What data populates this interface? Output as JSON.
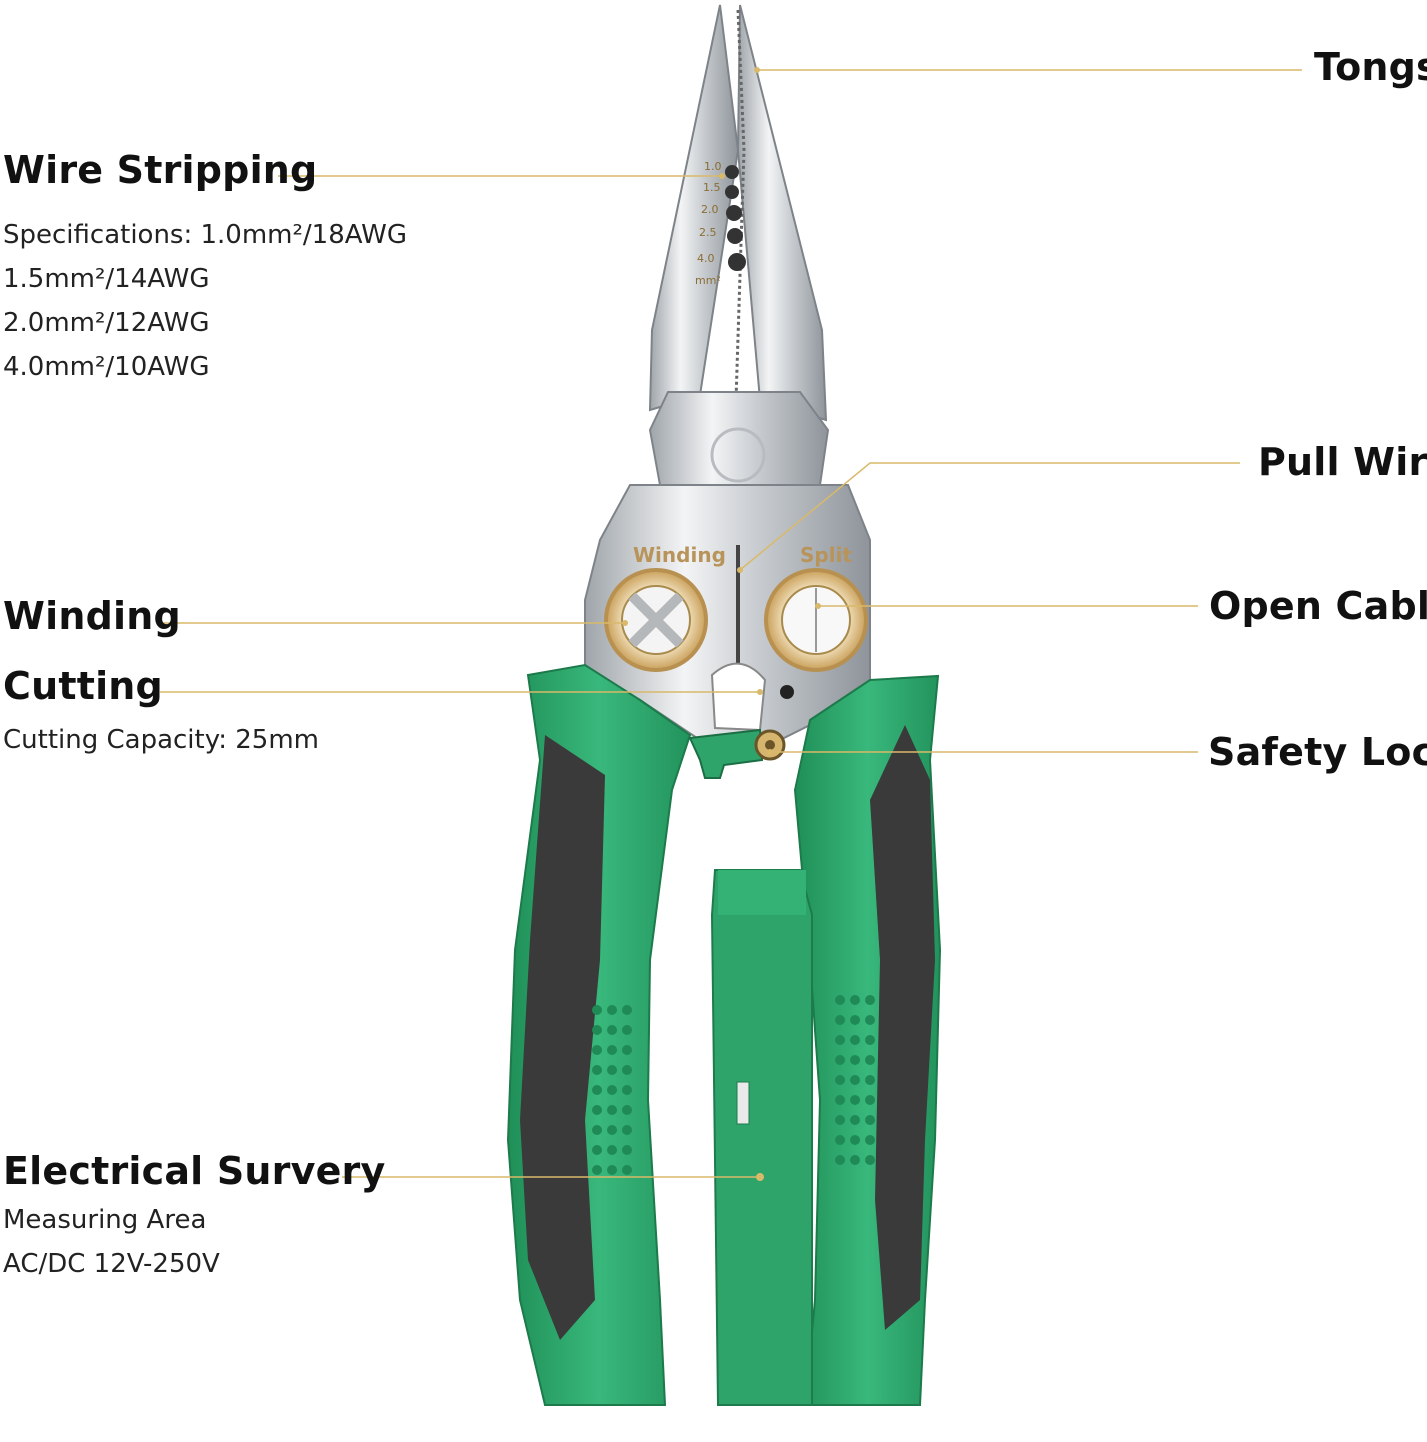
{
  "colors": {
    "handle_green": "#2eaa6f",
    "handle_dark": "#3b3b3b",
    "steel": "#d9dcdf",
    "brass": "#d8b878",
    "leader_line": "#d9b96a"
  },
  "tool_marks": {
    "engrave_winding": "Winding",
    "engrave_split": "Split",
    "gauge": [
      "1.0",
      "1.5",
      "2.0",
      "2.5",
      "4.0"
    ],
    "gauge_unit": "mm²"
  },
  "labels": {
    "tongs": "Tongs",
    "wire_stripping": {
      "title": "Wire Stripping",
      "lines": [
        "Specifications: 1.0mm²/18AWG",
        "1.5mm²/14AWG",
        "2.0mm²/12AWG",
        "4.0mm²/10AWG"
      ]
    },
    "pull_wire": "Pull Wire",
    "winding": "Winding",
    "open_cable": "Open Cable",
    "cutting": {
      "title": "Cutting",
      "lines": [
        "Cutting Capacity: 25mm"
      ]
    },
    "safety_lock": "Safety Lock",
    "electrical_survey": {
      "title": "Electrical Survery",
      "lines": [
        "Measuring Area",
        "AC/DC 12V-250V"
      ]
    }
  }
}
